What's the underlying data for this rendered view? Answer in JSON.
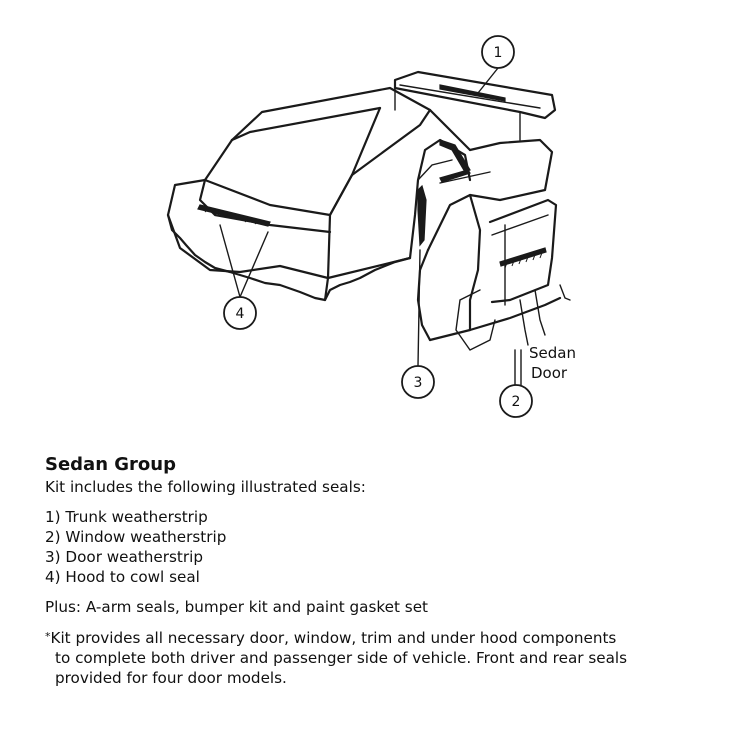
{
  "diagram": {
    "callouts": [
      "1",
      "2",
      "3",
      "4"
    ],
    "door_label": [
      "Sedan",
      "Door"
    ]
  },
  "text": {
    "title": "Sedan Group",
    "intro": "Kit includes the following illustrated seals:",
    "items": [
      "1) Trunk weatherstrip",
      "2) Window weatherstrip",
      "3) Door weatherstrip",
      "4) Hood to cowl seal"
    ],
    "plus": "Plus: A-arm seals, bumper kit and paint gasket set",
    "note_marker": "*",
    "note_lines": [
      "Kit provides all necessary door, window, trim and under hood components",
      "to complete both driver and passenger side of vehicle.  Front and rear seals",
      "provided for four door models."
    ]
  }
}
